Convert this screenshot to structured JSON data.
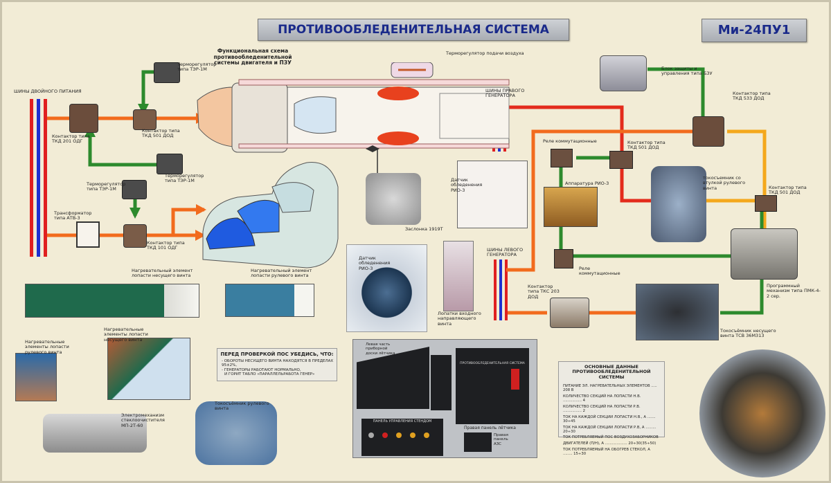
{
  "header": {
    "title": "ПРОТИВООБЛЕДЕНИТЕЛЬНАЯ СИСТЕМА",
    "model": "Ми-24ПУ1"
  },
  "labels": {
    "engine_scheme": "Функциональная схема противообледенительной системы двигателя и ПЗУ",
    "air_regulator": "Терморегулятор подачи воздуха",
    "dual_bus": "ШИНЫ ДВОЙНОГО ПИТАНИЯ",
    "tkd201": "Контактор типа ТКД 201 ОДГ",
    "ter1m_top": "Терморегулятор типа ТЭР-1М",
    "tkd501_left": "Контактор типа ТКД 501 ДОД",
    "ter1m_mid": "Терморегулятор типа ТЭР-1М",
    "ter1m_low": "Терморегулятор типа ТЭР-1М",
    "transformer": "Трансформатор типа АТВ-3",
    "tkd101": "Контактор типа ТКД 101 ОДГ",
    "valve": "Заслонка 1919Т",
    "rio_sensor": "Датчик обледенения РИО-3",
    "right_gen": "ШИНЫ ПРАВОГО ГЕНЕРАТОРА",
    "left_gen": "ШИНЫ ЛЕВОГО ГЕНЕРАТОРА",
    "relay_top": "Реле коммутационные",
    "tkd501_mid": "Контактор типа ТКД 501 ДОД",
    "rio_equipment": "Аппаратура РИО-3",
    "bzu_block": "Блок защиты и управления типа БЗУ",
    "tkd533": "Контактор типа ТКД 533 ДОД",
    "tail_collector": "токосъемник со втулкой рулевого винта",
    "tkd501_right": "Контактор типа ТКД 501 ДОД",
    "relay_low": "Реле коммутационные",
    "pmk": "Программный механизм типа ПМК-4-2 сер.",
    "tks203": "Контактор типа ТКС 203 ДОД",
    "main_collector": "Токосъёмник несущего винта ТСВ 36М313",
    "rio_sensor_photo": "Датчик обледенения РИО-3",
    "inlet_vanes": "Лопатки входного направляющего винта",
    "main_blade": "Нагревательный элемент лопасти несущего винта",
    "tail_blade": "Нагревательный элемент лопасти рулевого винта",
    "main_blade_elems": "Нагревательные элементы лопасти несущего винта",
    "tail_blade_elems": "Нагревательные элементы лопасти рулевого винта",
    "tail_collector2": "Токосъёмник рулевого винта",
    "wiper_motor": "Электромеханизм стеклоочистителя МП-2Т-60",
    "left_panel": "Левая часть приборной доски лётчика",
    "right_panel": "Правая панель лётчика",
    "right_panel_aes": "Правая панель АЗС",
    "stand_panel": "ПАНЕЛЬ УПРАВЛЕНИЯ СТЕНДОМ"
  },
  "checklist": {
    "heading": "ПЕРЕД ПРОВЕРКОЙ ПОС УБЕДИСЬ, ЧТО:",
    "items": [
      "- ОБОРОТЫ НЕСУЩЕГО ВИНТА НАХОДЯТСЯ В ПРЕДЕЛАХ 95±2%,",
      "- ГЕНЕРАТОРЫ РАБОТАЮТ НОРМАЛЬНО,",
      "И ГОРИТ ТАБЛО «ПАРАЛЛЕЛЬРАБОТА ГЕНЕР»"
    ]
  },
  "specs": {
    "heading": "ОСНОВНЫЕ ДАННЫЕ ПРОТИВООБЛЕДЕНИТЕЛЬНОЙ СИСТЕМЫ",
    "rows": [
      "ПИТАНИЕ ЭЛ. НАГРЕВАТЕЛЬНЫХ ЭЛЕМЕНТОВ ..... 208 В",
      "КОЛИЧЕСТВО СЕКЦИЙ НА ЛОПАСТИ Н.В. ................ 4",
      "КОЛИЧЕСТВО СЕКЦИЙ НА ЛОПАСТИ Р.В. ................ 2",
      "ТОК НА КАЖДОЙ СЕКЦИИ ЛОПАСТИ Н.В., А ....... 30÷45",
      "ТОК НА КАЖДОЙ СЕКЦИИ ЛОПАСТИ Р.В, А ......... 20÷30",
      "ТОК ПОТРЕБЛЯЕМЫЙ ПОС ВОЗДУХОЗАБОРНИКОВ",
      "ДВИГАТЕЛЕЙ (П/Н), А ................... 20÷30(35÷50)",
      "ТОК ПОТРЕБЛЯЕМЫЙ НА ОБОГРЕВ СТЕКОЛ, А ........ 15÷30"
    ]
  },
  "panel_texts": {
    "right_panel_title": "ПРОТИВООБЛЕДЕНИТЕЛЬНАЯ СИСТЕМА"
  },
  "colors": {
    "board": "#f2ecd6",
    "wire_orange": "#f26b1d",
    "wire_red": "#e32b1c",
    "wire_yellow": "#f4a81c",
    "wire_green": "#2d8a2d",
    "bus_red": "#e02020",
    "bus_blue": "#2030d0",
    "title_text": "#1a2a8a"
  }
}
